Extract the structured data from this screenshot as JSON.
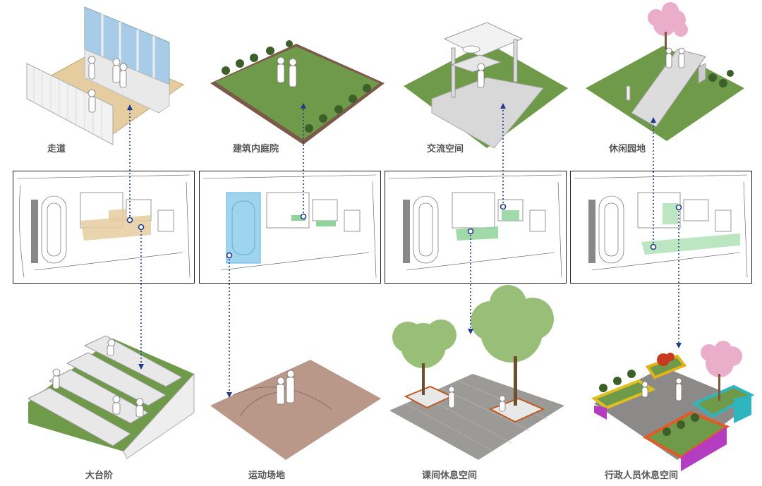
{
  "labels": {
    "top": [
      "走道",
      "建筑内庭院",
      "交流空间",
      "休闲园地"
    ],
    "bottom": [
      "大台阶",
      "运动场地",
      "课间休息空间",
      "行政人员休息空间"
    ]
  },
  "colors": {
    "grass": "#6f9a4a",
    "grass_dark": "#557a35",
    "paving_tan": "#e3c79a",
    "court": "#b9988a",
    "tile": "#9c9a97",
    "pool": "#9fd4ee",
    "highlight_green": "#8fd49a",
    "dotted_line": "#1f3a8a",
    "glass": "#a8cbe8",
    "blossom": "#e9a6c5"
  },
  "icons": {
    "connector": "dotted-arrow-icon",
    "marker": "circle-marker-icon"
  }
}
